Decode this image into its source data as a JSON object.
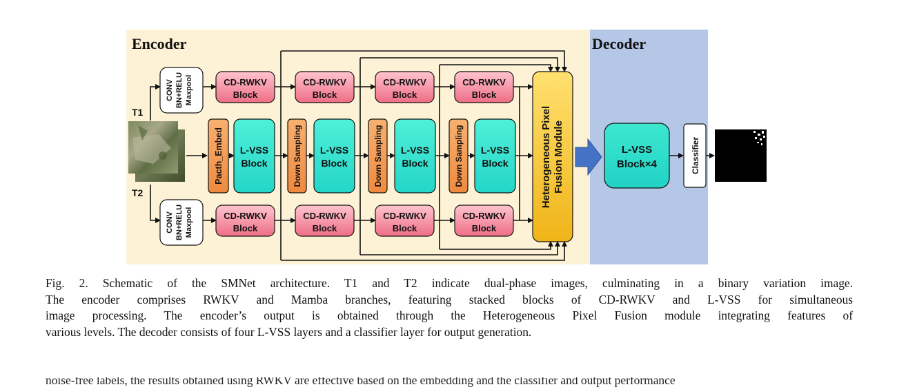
{
  "diagram": {
    "encoder_title": "Encoder",
    "decoder_title": "Decoder",
    "t1_label": "T1",
    "t2_label": "T2",
    "conv_lines": [
      "CONV",
      "BN+RELU",
      "Maxpool"
    ],
    "cd_rwkv_lines": [
      "CD-RWKV",
      "Block"
    ],
    "lvss_lines": [
      "L-VSS",
      "Block"
    ],
    "patch_embed": "Pacth_Embed",
    "down_sampling": "Down Sampling",
    "fusion_lines": [
      "Heterogeneous Pixel",
      "Fusion Module"
    ],
    "decoder_lvss_lines": [
      "L-VSS",
      "Block×4"
    ],
    "classifier": "Classifier",
    "colors": {
      "encoder_bg": "#fdf2d6",
      "decoder_bg": "#b4c7e7",
      "cd_rwkv_fill": "#ff8da1",
      "lvss_fill": "#33e0cc",
      "patch_fill": "#f4a460",
      "fusion_fill": "#ffd24d",
      "arrow_blue": "#4472c4"
    }
  },
  "caption": {
    "lines": [
      "Fig. 2. Schematic of the SMNet architecture. T1 and T2 indicate dual-phase images, culminating in a binary variation image.",
      "The encoder comprises RWKV and Mamba branches, featuring stacked blocks of CD-RWKV and L-VSS for simultaneous",
      "image processing. The encoder’s output is obtained through the Heterogeneous Pixel Fusion module integrating features of",
      "various levels. The decoder consists of four L-VSS layers and a classifier layer for output generation."
    ]
  },
  "cut_off_line": "noise-free labels, the results obtained using RWKV are effective based on the embedding and the classifier and output performance"
}
